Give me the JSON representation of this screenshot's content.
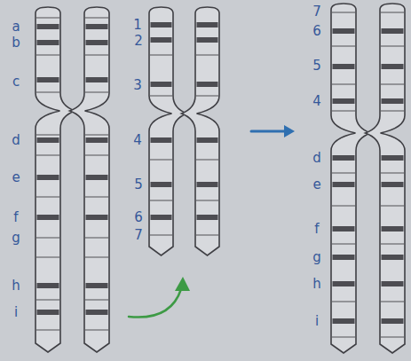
{
  "diagram": {
    "labels": [
      "a",
      "b",
      "c",
      "d",
      "e",
      "f",
      "g",
      "h",
      "i",
      "1",
      "2",
      "3",
      "4",
      "5",
      "6",
      "7",
      "7",
      "6",
      "5",
      "4",
      "d",
      "e",
      "f",
      "g",
      "h",
      "i"
    ]
  }
}
